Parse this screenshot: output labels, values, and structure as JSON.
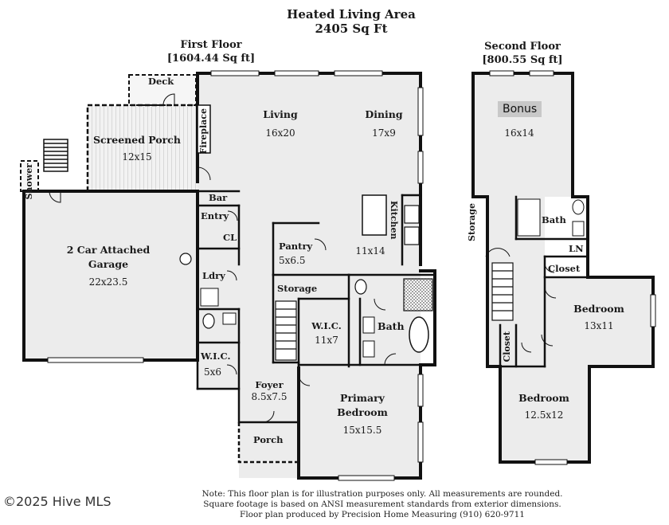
{
  "header": {
    "title": "Heated Living Area",
    "total_area": "2405 Sq Ft"
  },
  "first_floor": {
    "title": "First Floor",
    "area": "[1604.44 Sq ft]",
    "rooms": {
      "deck": {
        "name": "Deck"
      },
      "screened_porch": {
        "name": "Screened Porch",
        "dim": "12x15"
      },
      "shower": {
        "name": "Shower"
      },
      "fireplace": {
        "name": "Fireplace"
      },
      "living": {
        "name": "Living",
        "dim": "16x20"
      },
      "dining": {
        "name": "Dining",
        "dim": "17x9"
      },
      "kitchen": {
        "name": "Kitchen",
        "dim": "11x14"
      },
      "bar": {
        "name": "Bar"
      },
      "entry": {
        "name": "Entry"
      },
      "cl": {
        "name": "CL"
      },
      "garage": {
        "name": "2 Car Attached",
        "name2": "Garage",
        "dim": "22x23.5"
      },
      "pantry": {
        "name": "Pantry",
        "dim": "5x6.5"
      },
      "ldry": {
        "name": "Ldry"
      },
      "storage": {
        "name": "Storage"
      },
      "wic_primary": {
        "name": "W.I.C.",
        "dim": "11x7"
      },
      "bath": {
        "name": "Bath"
      },
      "wic_small": {
        "name": "W.I.C.",
        "dim": "5x6"
      },
      "foyer": {
        "name": "Foyer",
        "dim": "8.5x7.5"
      },
      "primary_bedroom": {
        "name": "Primary",
        "name2": "Bedroom",
        "dim": "15x15.5"
      },
      "porch": {
        "name": "Porch"
      }
    }
  },
  "second_floor": {
    "title": "Second Floor",
    "area": "[800.55 Sq ft]",
    "rooms": {
      "bonus": {
        "name": "Bonus",
        "dim": "16x14"
      },
      "storage": {
        "name": "Storage"
      },
      "bath": {
        "name": "Bath"
      },
      "ln": {
        "name": "LN"
      },
      "closet1": {
        "name": "Closet"
      },
      "bedroom1": {
        "name": "Bedroom",
        "dim": "13x11"
      },
      "closet2": {
        "name": "Closet"
      },
      "bedroom2": {
        "name": "Bedroom",
        "dim": "12.5x12"
      }
    }
  },
  "footer": {
    "note_line1": "Note: This floor plan is for illustration purposes only. All measurements are rounded.",
    "note_line2": "Square footage is based on ANSI measurement standards from exterior dimensions.",
    "note_line3": "Floor plan produced by Precision Home Measuring (910) 620-9711",
    "watermark": "©2025 Hive MLS"
  },
  "colors": {
    "wall": "#111111",
    "floor_fill": "#ececec",
    "bonus_highlight": "#c8c8c8"
  }
}
